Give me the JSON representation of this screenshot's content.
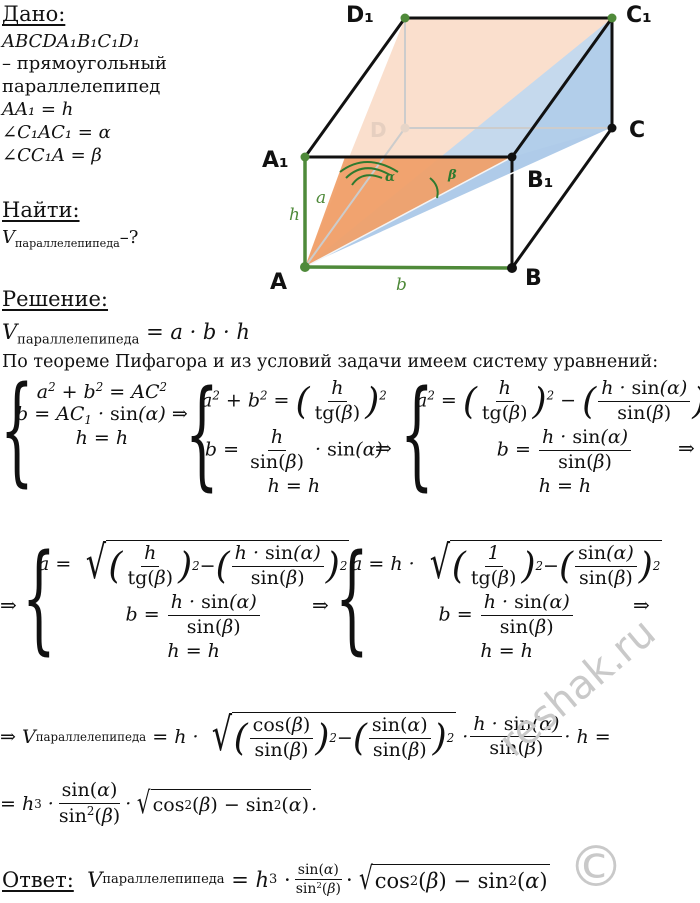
{
  "given": {
    "heading": "Дано:",
    "object": "ABCDA₁B₁C₁D₁",
    "object_desc_1": "– прямоугольный",
    "object_desc_2": "параллелепипед",
    "line_aa1": "AA₁ = h",
    "line_angle_alpha": "∠C₁AC₁ = α",
    "line_angle_beta": "∠CC₁A = β"
  },
  "find": {
    "heading": "Найти:",
    "target": "V",
    "target_sub": "параллелепипеда",
    "target_tail": "–?"
  },
  "solution": {
    "heading": "Решение:",
    "formula_v": "V",
    "formula_v_sub": "параллелепипеда",
    "formula_rhs": " = a · b · h",
    "intro": "По теореме Пифагора и из условий задачи имеем систему уравнений:"
  },
  "answer": {
    "label": "Ответ:",
    "v": "V",
    "v_sub": "параллелепипеда"
  },
  "figure": {
    "vertices": [
      "D₁",
      "C₁",
      "D",
      "C",
      "A₁",
      "B₁",
      "A",
      "B"
    ],
    "edge_labels": [
      "h",
      "a",
      "b"
    ],
    "angle_labels": [
      "α",
      "β"
    ],
    "colors": {
      "orange_face": "#f7cdb0",
      "orange_tri": "#f0a06a",
      "blue": "#aecbe9",
      "green": "#4f8a3a",
      "edge": "#111111"
    }
  },
  "watermark": {
    "site": "reshak.ru",
    "symbol": "©"
  }
}
